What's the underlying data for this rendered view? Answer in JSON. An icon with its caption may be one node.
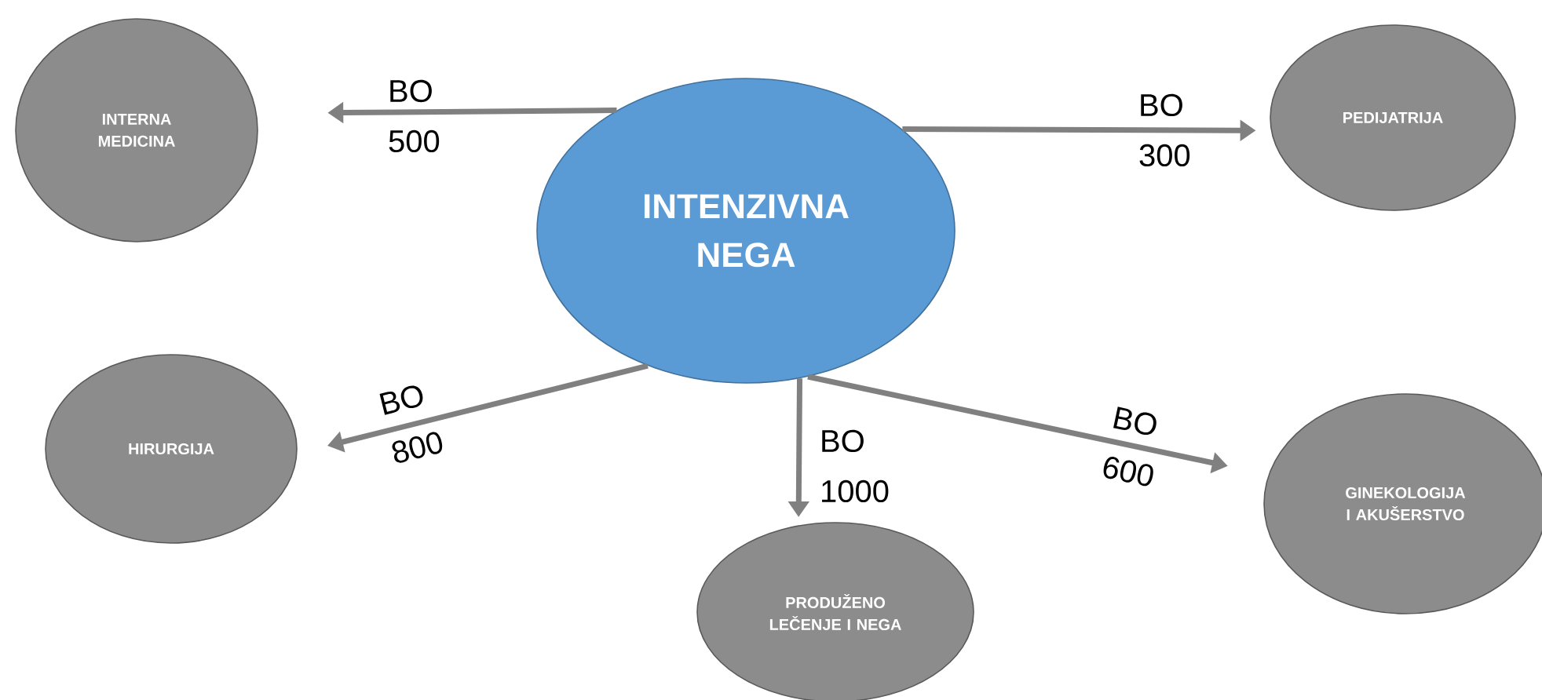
{
  "diagram": {
    "nodes": [
      {
        "text": [
          "INTERNA MEDICINA"
        ]
      },
      {
        "text": [
          "INTENZIVNA NEGA"
        ]
      },
      {
        "text": [
          "PEDIJATRIJA"
        ]
      },
      {
        "text": [
          "HIRURGIJA"
        ]
      },
      {
        "text": [
          "PRODUŽENO LEČENJE I NEGA"
        ]
      },
      {
        "text": [
          "GINEKOLOGIJA I AKUŠERSTVO"
        ]
      }
    ],
    "edges": [
      {
        "from": 1,
        "to": 0,
        "arrow": "to",
        "label": "BO 500"
      },
      {
        "from": 1,
        "to": 2,
        "arrow": "to",
        "label": "BO 300"
      },
      {
        "from": 1,
        "to": 3,
        "arrow": "to",
        "label": "BO 800"
      },
      {
        "from": 1,
        "to": 4,
        "arrow": "to",
        "label": "BO 1000"
      },
      {
        "from": 1,
        "to": 5,
        "arrow": "to",
        "label": "BO 600"
      }
    ]
  }
}
